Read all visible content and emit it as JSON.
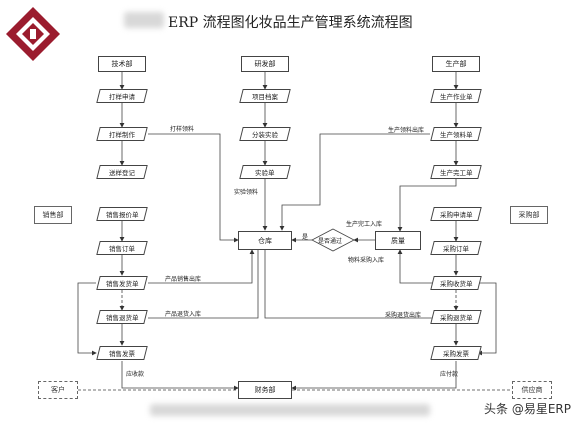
{
  "title": "ERP 流程图化妆品生产管理系统流程图",
  "departments": {
    "tech": "技术部",
    "rd": "研发部",
    "production": "生产部",
    "sales": "销售部",
    "purchase": "采购部",
    "customer": "客户",
    "supplier": "供应商",
    "finance": "财务部",
    "warehouse": "仓库",
    "quality": "质量"
  },
  "tech_flow": [
    "打样申请",
    "打样制作",
    "送样登记"
  ],
  "sales_flow": [
    "销售报价单",
    "销售订单",
    "销售发货单",
    "销售退货单",
    "销售发票"
  ],
  "rd_flow": [
    "项目档案",
    "分装实验",
    "实验单"
  ],
  "production_flow": [
    "生产作业单",
    "生产领料单",
    "生产完工单"
  ],
  "purchase_flow": [
    "采购申请单",
    "采购订单",
    "采购收货单",
    "采购退货单",
    "采购发票"
  ],
  "decision": "是否通过",
  "labels": {
    "sample_pick": "打样领料",
    "experiment_pick": "实验领料",
    "prod_pick_out": "生产领料出库",
    "prod_finish_in": "生产完工入库",
    "yes": "是",
    "material_purchase_in": "物料采购入库",
    "sales_out": "产品销售出库",
    "return_in": "产品退货入库",
    "purchase_return_out": "采购退货出库",
    "receivable": "应收款",
    "payable": "应付款"
  },
  "watermark": "头条 @易星ERP"
}
